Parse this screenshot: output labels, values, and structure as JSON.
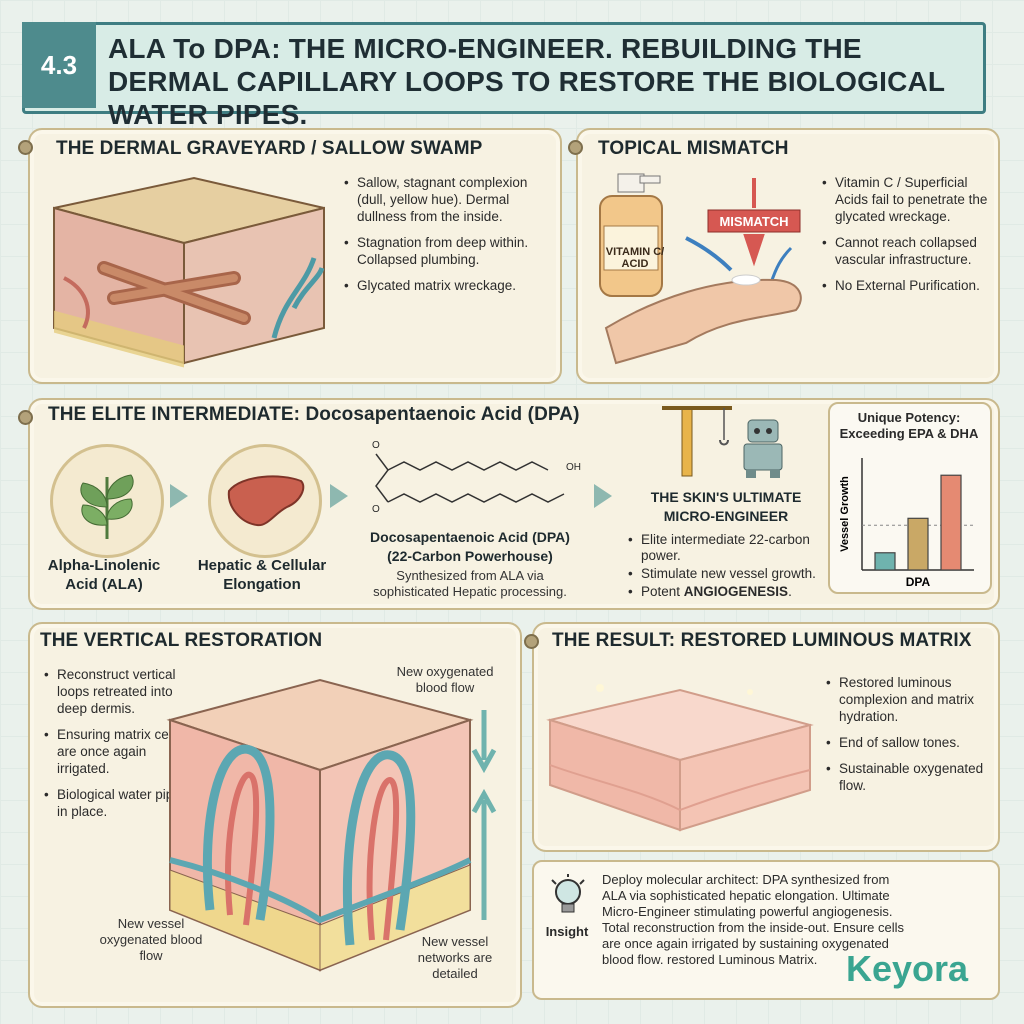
{
  "header": {
    "section_number": "4.3",
    "title": "ALA To DPA: THE MICRO-ENGINEER. REBUILDING THE DERMAL CAPILLARY LOOPS TO RESTORE THE BIOLOGICAL WATER PIPES."
  },
  "graveyard": {
    "heading": "THE DERMAL GRAVEYARD / SALLOW SWAMP",
    "bullets": [
      "Sallow, stagnant complexion (dull, yellow hue). Dermal dullness from the inside.",
      "Stagnation from deep within. Collapsed plumbing.",
      "Glycated matrix wreckage."
    ]
  },
  "mismatch": {
    "heading": "TOPICAL MISMATCH",
    "bottle_label": "VITAMIN C/ ACID",
    "tag": "MISMATCH",
    "bullets": [
      "Vitamin C / Superficial Acids fail to penetrate the glycated wreckage.",
      "Cannot reach collapsed vascular infrastructure.",
      "No External Purification."
    ]
  },
  "elite": {
    "heading": "THE ELITE INTERMEDIATE: Docosapentaenoic Acid (DPA)",
    "ala_label": "Alpha-Linolenic Acid (ALA)",
    "hepatic_label": "Hepatic & Cellular Elongation",
    "molecule_o1": "O",
    "molecule_o2": "O",
    "molecule_oh": "OH",
    "dpa_title": "Docosapentaenoic Acid (DPA) (22-Carbon Powerhouse)",
    "dpa_sub": "Synthesized from ALA via sophisticated Hepatic processing.",
    "engineer_title": "THE SKIN'S ULTIMATE MICRO-ENGINEER",
    "engineer_bullets": [
      "Elite intermediate 22-carbon power.",
      "Stimulate new vessel growth."
    ],
    "engineer_last_prefix": "Potent ",
    "engineer_last_bold": "ANGIOGENESIS",
    "engineer_last_suffix": "."
  },
  "chart_data": {
    "type": "bar",
    "title": "Unique Potency: Exceeding EPA & DHA",
    "xlabel": "DPA",
    "ylabel": "Vessel Growth",
    "values": [
      1,
      3,
      5.5
    ],
    "colors": [
      "#6fb3ae",
      "#c9a866",
      "#e58a72"
    ],
    "ylim": [
      0,
      6.5
    ]
  },
  "restoration": {
    "heading": "THE VERTICAL RESTORATION",
    "bullets": [
      "Reconstruct vertical loops retreated into deep dermis.",
      "Ensuring matrix cells are once again irrigated.",
      "Biological water pipes in place."
    ],
    "label_top": "New oxygenated blood flow",
    "label_left": "New vessel oxygenated blood flow",
    "label_right": "New vessel networks are detailed"
  },
  "result": {
    "heading": "THE RESULT: RESTORED LUMINOUS MATRIX",
    "bullets": [
      "Restored luminous complexion and matrix hydration.",
      "End of sallow tones.",
      "Sustainable oxygenated flow."
    ]
  },
  "insight": {
    "label": "Insight",
    "text": "Deploy molecular architect: DPA synthesized from ALA via sophisticated hepatic elongation. Ultimate Micro-Engineer stimulating powerful angiogenesis. Total reconstruction from the inside-out. Ensure cells are once again irrigated by sustaining oxygenated blood flow. restored Luminous Matrix."
  },
  "brand": {
    "name": "Keyora"
  }
}
